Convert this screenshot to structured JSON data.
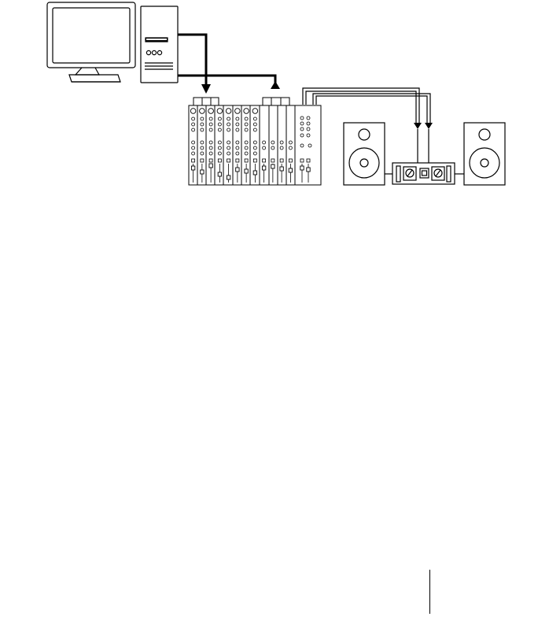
{
  "figure": {
    "stroke_color": "#000000",
    "background_color": "#ffffff"
  },
  "components": {
    "computer": {
      "name": "computer-monitor",
      "icon": "monitor-icon"
    },
    "tower": {
      "name": "computer-tower",
      "icon": "desktop-tower-icon"
    },
    "mixer": {
      "name": "audio-mixer",
      "icon": "mixing-console-icon",
      "mono_channels": 8,
      "stereo_channels": 4
    },
    "amplifier": {
      "name": "power-amplifier",
      "icon": "amplifier-icon"
    },
    "speakers": [
      {
        "name": "left-speaker",
        "icon": "speaker-icon"
      },
      {
        "name": "right-speaker",
        "icon": "speaker-icon"
      }
    ]
  },
  "connections": [
    {
      "from": "computer-tower",
      "to": "audio-mixer",
      "direction": "to-mixer",
      "style": "thick"
    },
    {
      "from": "computer-tower",
      "to": "audio-mixer",
      "direction": "to-mixer",
      "style": "thick"
    },
    {
      "from": "audio-mixer",
      "to": "power-amplifier",
      "direction": "to-amplifier",
      "style": "double"
    },
    {
      "from": "audio-mixer",
      "to": "power-amplifier",
      "direction": "to-amplifier",
      "style": "double"
    }
  ]
}
